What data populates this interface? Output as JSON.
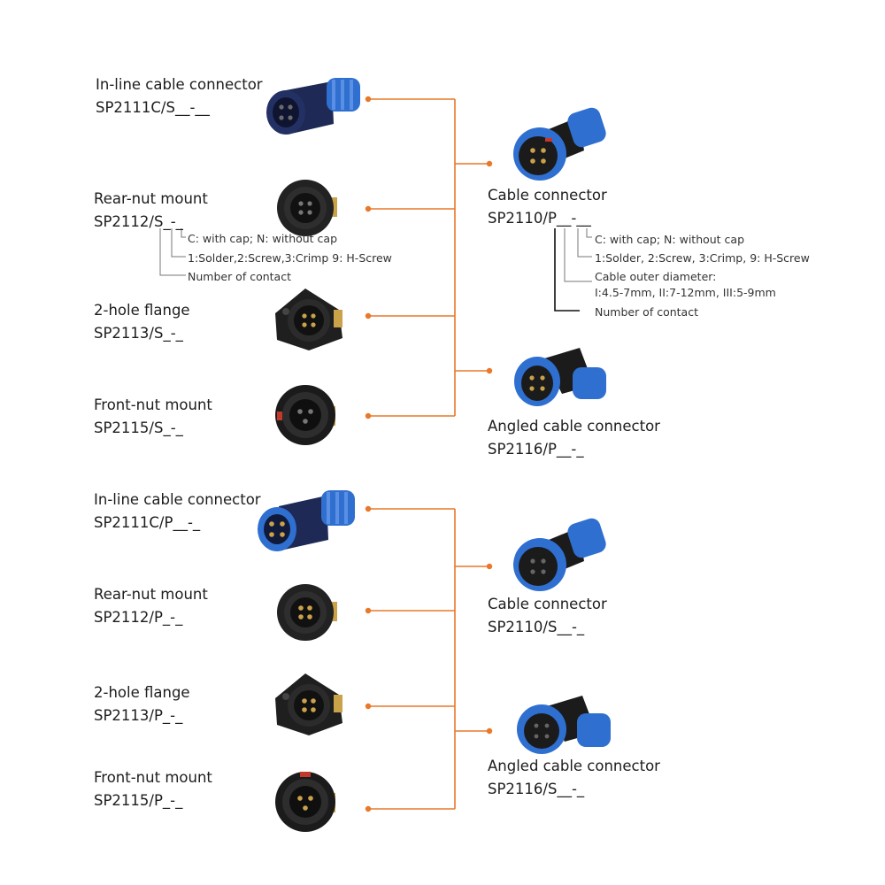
{
  "colors": {
    "wire": "#e8782a",
    "blue": "#2f5fc2",
    "black": "#1b1b1b"
  },
  "top_group": {
    "sockets": [
      {
        "name": "In-line cable connector",
        "code": "SP2111C/S__-__",
        "icon": "inline-socket-connector-icon"
      },
      {
        "name": "Rear-nut mount",
        "code": "SP2112/S_-_",
        "icon": "rear-nut-socket-icon"
      },
      {
        "name": "2-hole flange",
        "code": "SP2113/S_-_",
        "icon": "flange-socket-icon"
      },
      {
        "name": "Front-nut mount",
        "code": "SP2115/S_-_",
        "icon": "front-nut-socket-icon"
      }
    ],
    "plugs": [
      {
        "name": "Cable connector",
        "code": "SP2110/P__-__",
        "icon": "cable-plug-connector-icon"
      },
      {
        "name": "Angled cable connector",
        "code": "SP2116/P__-_",
        "icon": "angled-plug-connector-icon"
      }
    ],
    "socket_notes": [
      "C: with cap; N: without cap",
      "1:Solder,2:Screw,3:Crimp 9: H-Screw",
      "Number of contact"
    ],
    "plug_notes": [
      "C: with cap; N: without cap",
      "1:Solder, 2:Screw, 3:Crimp, 9: H-Screw",
      "Cable outer diameter:",
      "I:4.5-7mm, II:7-12mm, III:5-9mm",
      "Number of contact"
    ]
  },
  "bottom_group": {
    "plugs": [
      {
        "name": "In-line cable connector",
        "code": "SP2111C/P__-_",
        "icon": "inline-plug-connector-icon"
      },
      {
        "name": "Rear-nut mount",
        "code": "SP2112/P_-_",
        "icon": "rear-nut-plug-icon"
      },
      {
        "name": "2-hole flange",
        "code": "SP2113/P_-_",
        "icon": "flange-plug-icon"
      },
      {
        "name": "Front-nut mount",
        "code": "SP2115/P_-_",
        "icon": "front-nut-plug-icon"
      }
    ],
    "sockets": [
      {
        "name": "Cable connector",
        "code": "SP2110/S__-_",
        "icon": "cable-socket-connector-icon"
      },
      {
        "name": "Angled cable connector",
        "code": "SP2116/S__-_",
        "icon": "angled-socket-connector-icon"
      }
    ]
  }
}
